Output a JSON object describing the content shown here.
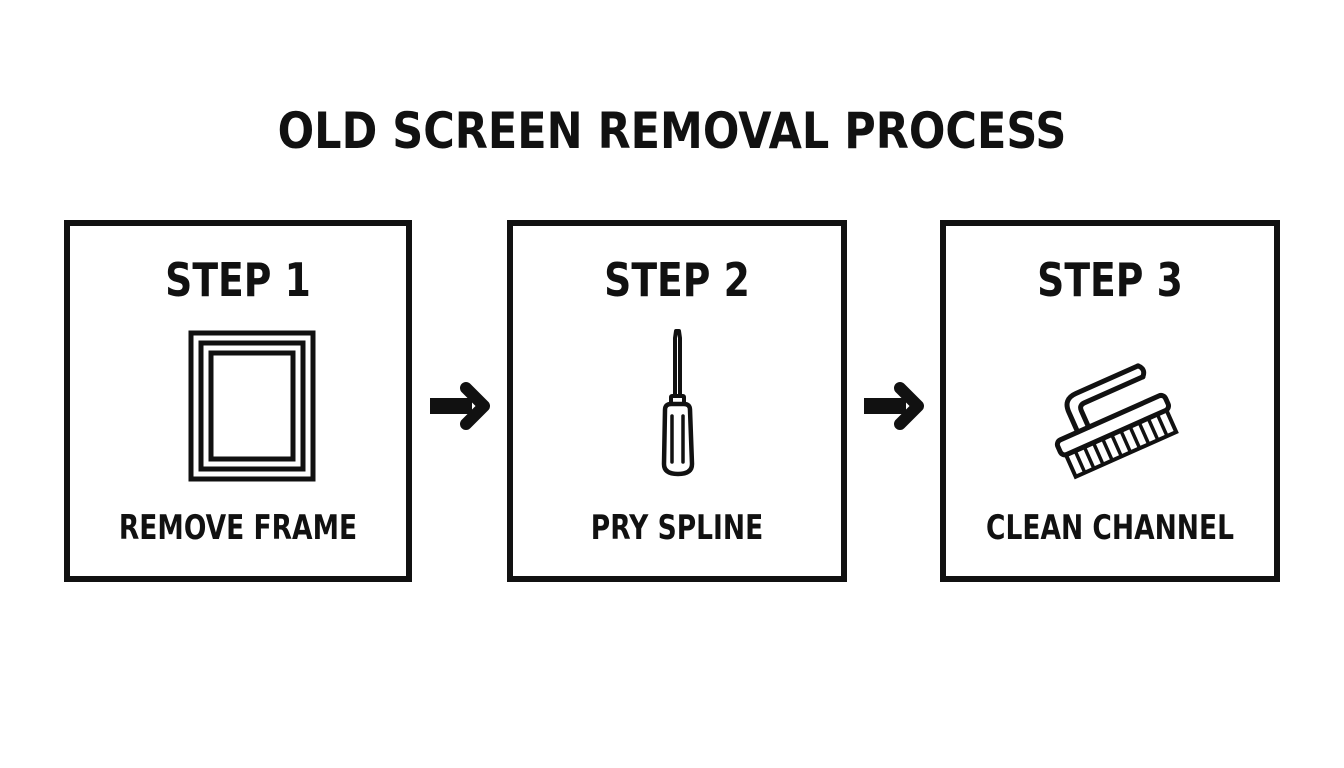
{
  "title": "OLD SCREEN REMOVAL PROCESS",
  "steps": [
    {
      "heading": "STEP 1",
      "label": "REMOVE FRAME",
      "icon": "frame-icon"
    },
    {
      "heading": "STEP 2",
      "label": "PRY SPLINE",
      "icon": "screwdriver-icon"
    },
    {
      "heading": "STEP 3",
      "label": "CLEAN CHANNEL",
      "icon": "scrub-brush-icon"
    }
  ],
  "connector_icon": "arrow-right-icon",
  "colors": {
    "ink": "#111111",
    "background": "#ffffff"
  }
}
